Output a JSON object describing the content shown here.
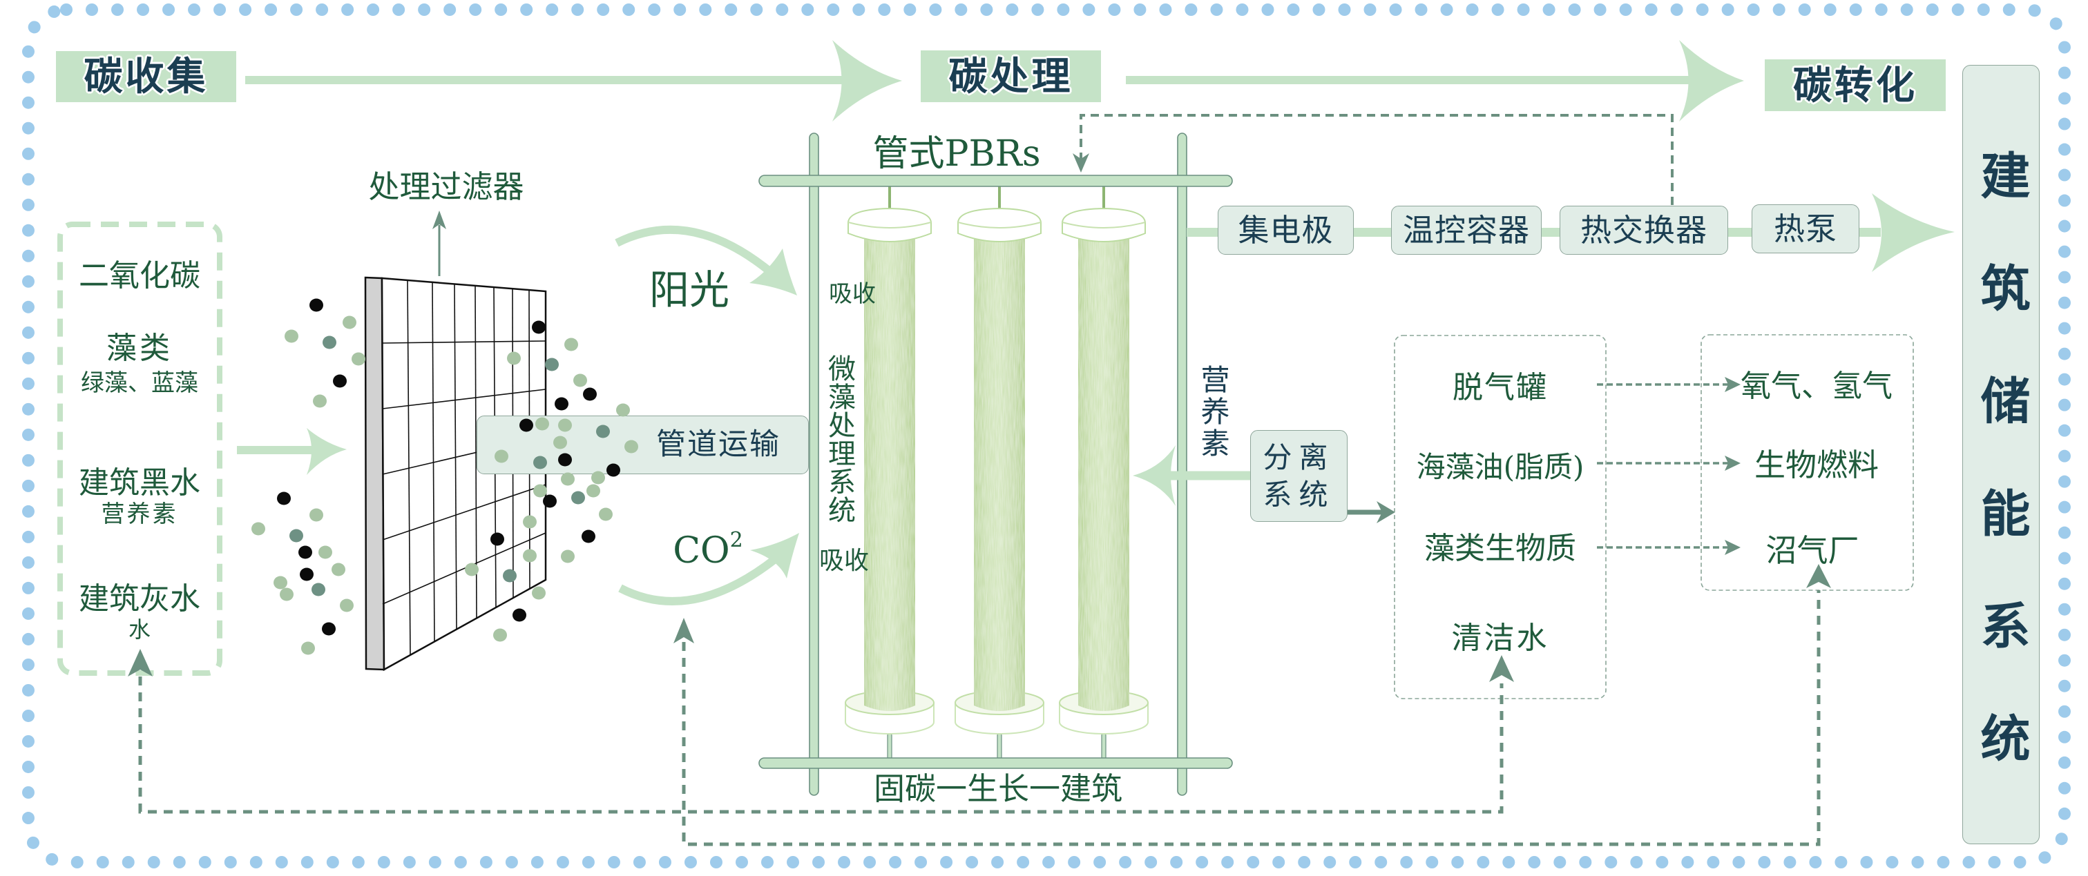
{
  "stages": {
    "collection": "碳收集",
    "processing": "碳处理",
    "conversion": "碳转化"
  },
  "inputs": {
    "co2": "二氧化碳",
    "algae": {
      "title": "藻类",
      "subtitle": "绿藻、蓝藻"
    },
    "blackwater": {
      "title": "建筑黑水",
      "subtitle": "营养素"
    },
    "greywater": {
      "title": "建筑灰水",
      "subtitle": "水"
    }
  },
  "filter": {
    "label": "处理过滤器"
  },
  "pipeline": {
    "label": "管道运输"
  },
  "sunlight": {
    "label": "阳光"
  },
  "co2_input": {
    "label": "CO",
    "superscript": "2"
  },
  "pbr": {
    "title": "管式PBRs",
    "absorb_top": "吸收",
    "system_label": "微藻处理系统",
    "absorb_bottom": "吸收",
    "footer": "固碳一生长一建筑"
  },
  "nutrients": {
    "label": "营养素"
  },
  "energy_chain": [
    {
      "label": "集电极"
    },
    {
      "label": "温控容器"
    },
    {
      "label": "热交换器"
    },
    {
      "label": "热泵"
    }
  ],
  "separation": {
    "line1": "分离",
    "line2": "系统"
  },
  "separation_outputs": [
    {
      "label": "脱气罐"
    },
    {
      "label": "海藻油(脂质)"
    },
    {
      "label": "藻类生物质"
    },
    {
      "label": "清洁水"
    }
  ],
  "conversion_products": [
    {
      "label": "氧气、氢气"
    },
    {
      "label": "生物燃料"
    },
    {
      "label": "沼气厂"
    }
  ],
  "storage_system": {
    "label": "建筑储能系统"
  },
  "colors": {
    "accent_green": "#c5e3c7",
    "navy_text": "#1b3e52",
    "green_text": "#1f5a3b",
    "teal_connector": "#6b9080",
    "box_fill": "#e1ede7",
    "border_dots": "#9ecbeb"
  },
  "particle_colors": {
    "dark": "#0b0b0b",
    "light": "#a8c4a4",
    "teal": "#6e9184"
  }
}
